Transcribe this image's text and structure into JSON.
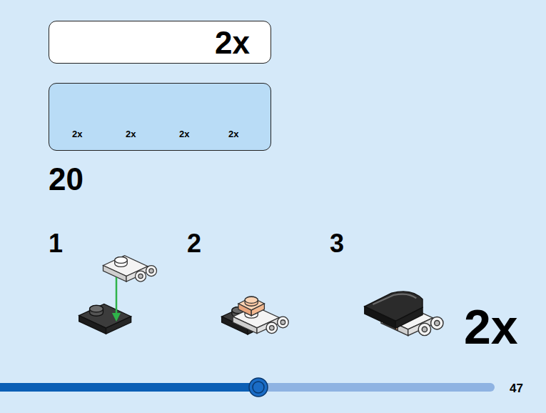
{
  "diagram": {
    "nodes": [
      {
        "text": [
          "2x"
        ]
      },
      {
        "text": [
          "2x",
          "2x",
          "2x",
          "2x"
        ]
      }
    ],
    "labels": [
      "20",
      "1",
      "2",
      "3",
      "2x",
      "47"
    ]
  }
}
